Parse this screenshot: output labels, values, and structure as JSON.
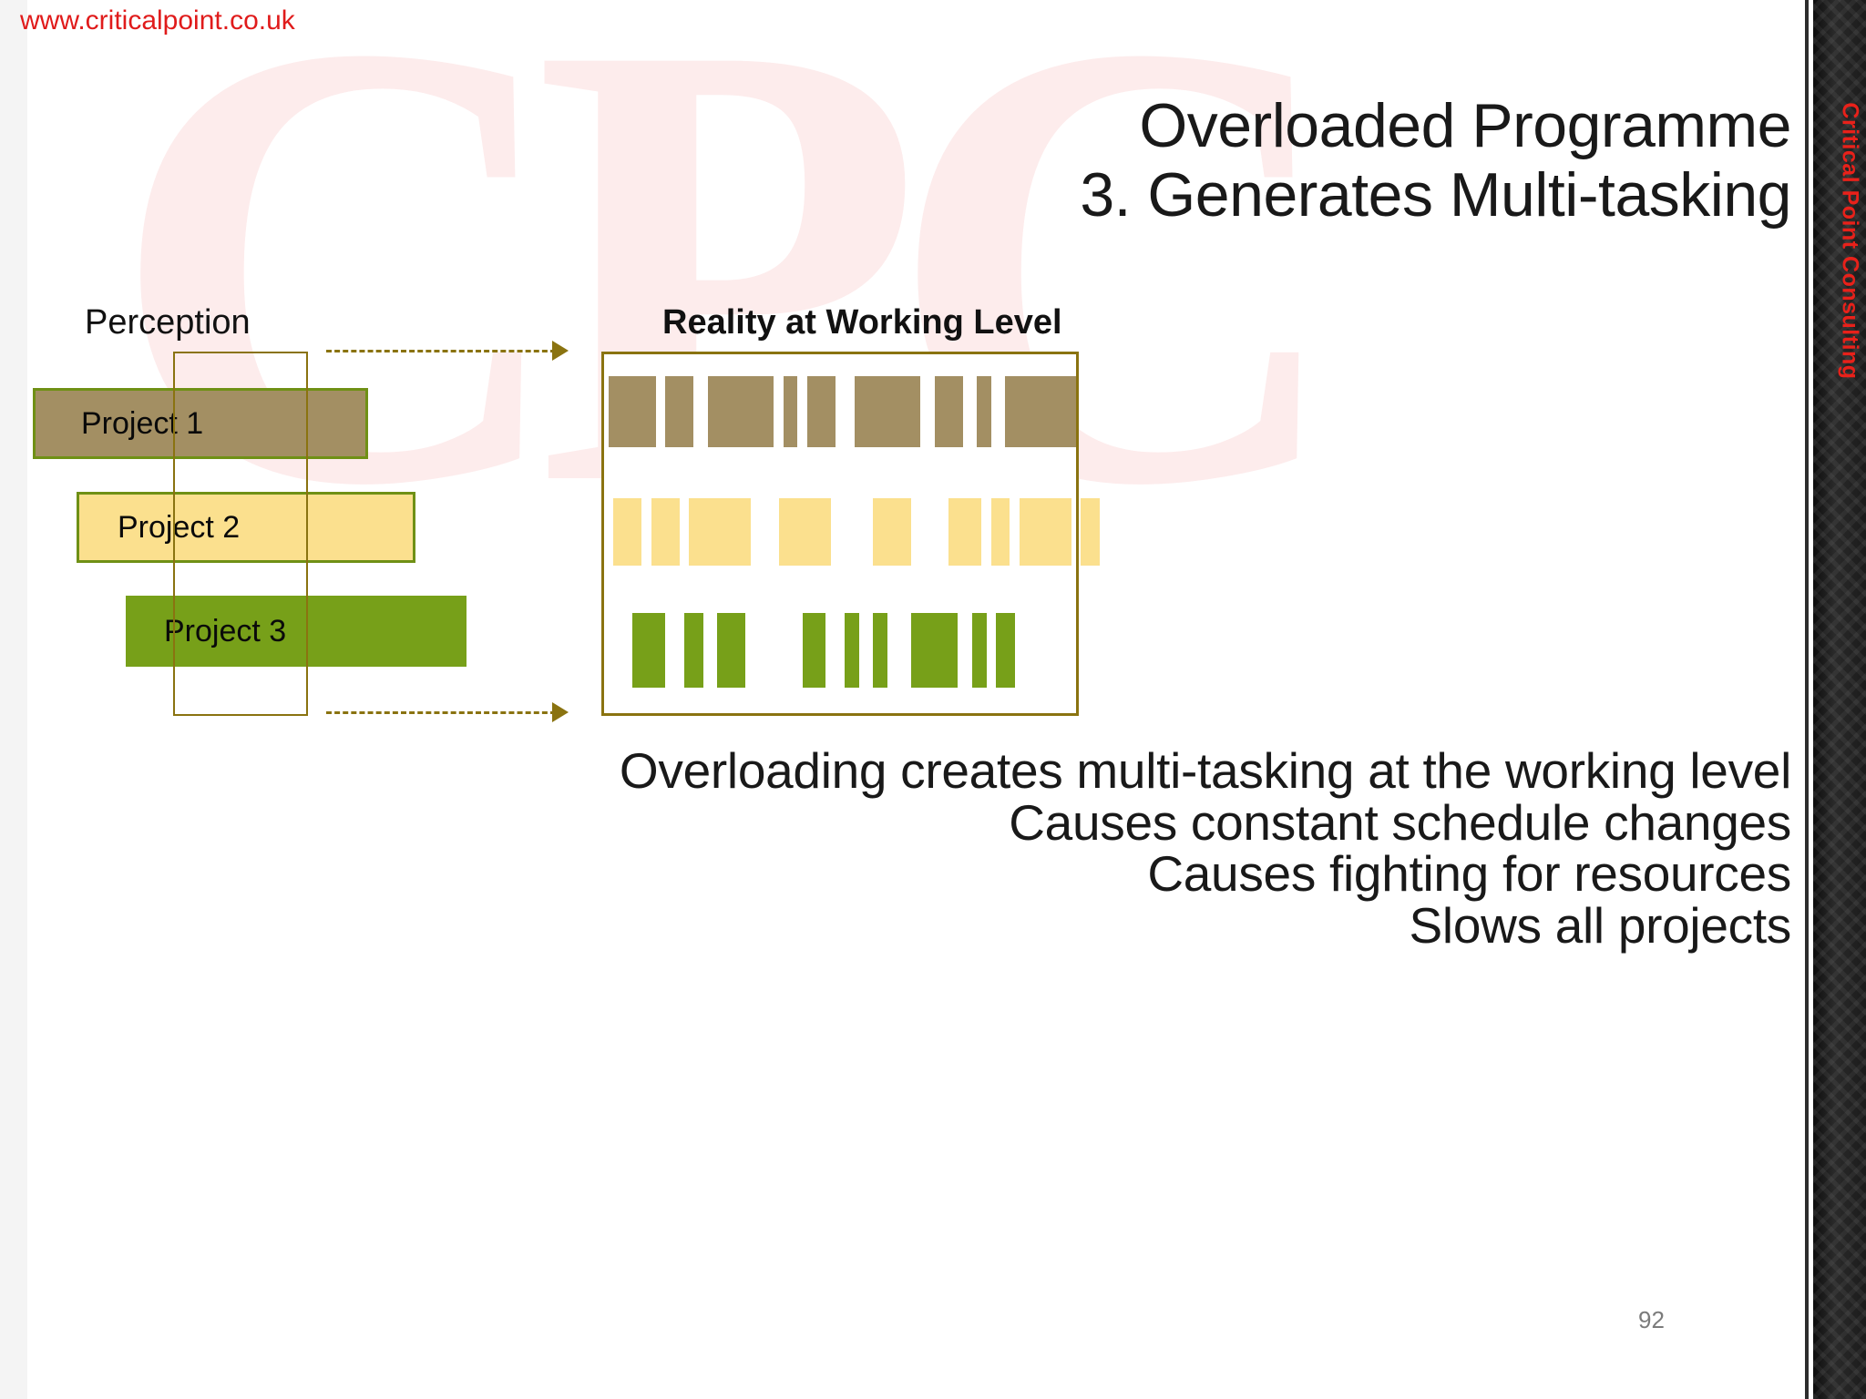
{
  "url": "www.criticalpoint.co.uk",
  "title": {
    "line1": "Overloaded Programme",
    "line2": "3. Generates Multi-tasking"
  },
  "sections": {
    "perception_label": "Perception",
    "reality_label": "Reality at Working Level"
  },
  "perception": {
    "bars": [
      {
        "label": "Project 1",
        "color": "#a38f63",
        "border": "#6f9015"
      },
      {
        "label": "Project 2",
        "color": "#fbe08e",
        "border": "#6f9015"
      },
      {
        "label": "Project 3",
        "color": "#77a019",
        "border": "#77a019"
      }
    ],
    "gate_box_color": "#8a7310",
    "arrow_color": "#8a7310"
  },
  "conclusion": [
    "Overloading creates multi-tasking at the working level",
    "Causes constant schedule changes",
    "Causes fighting for resources",
    "Slows all projects"
  ],
  "page_number": "92",
  "sidebar": {
    "brand": "Critical Point Consulting",
    "brand_color": "#e8211a"
  },
  "watermark": "CPC",
  "chart_data": {
    "type": "bar",
    "title": "Reality at Working Level",
    "xlabel": "",
    "ylabel": "",
    "grid": false,
    "legend": "none",
    "description": "Three fragmented project rows showing multi-tasking: each project's work is split into many short intermittent segments across the same timeline.",
    "xlim": [
      0,
      100
    ],
    "series": [
      {
        "name": "Project 1",
        "color": "#a38f63",
        "row_top_pct": 6,
        "row_height_pct": 20,
        "segments": [
          {
            "start": 1,
            "width": 10
          },
          {
            "start": 13,
            "width": 6
          },
          {
            "start": 22,
            "width": 14
          },
          {
            "start": 38,
            "width": 3
          },
          {
            "start": 43,
            "width": 6
          },
          {
            "start": 53,
            "width": 14
          },
          {
            "start": 70,
            "width": 6
          },
          {
            "start": 79,
            "width": 3
          },
          {
            "start": 85,
            "width": 15
          }
        ]
      },
      {
        "name": "Project 2",
        "color": "#fbe08e",
        "row_top_pct": 40,
        "row_height_pct": 19,
        "segments": [
          {
            "start": 2,
            "width": 6
          },
          {
            "start": 10,
            "width": 6
          },
          {
            "start": 18,
            "width": 13
          },
          {
            "start": 37,
            "width": 11
          },
          {
            "start": 57,
            "width": 8
          },
          {
            "start": 73,
            "width": 7
          },
          {
            "start": 82,
            "width": 4
          },
          {
            "start": 88,
            "width": 11
          },
          {
            "start": 101,
            "width": 4
          }
        ]
      },
      {
        "name": "Project 3",
        "color": "#77a019",
        "row_top_pct": 72,
        "row_height_pct": 21,
        "segments": [
          {
            "start": 6,
            "width": 7
          },
          {
            "start": 17,
            "width": 4
          },
          {
            "start": 24,
            "width": 6
          },
          {
            "start": 42,
            "width": 5
          },
          {
            "start": 51,
            "width": 3
          },
          {
            "start": 57,
            "width": 3
          },
          {
            "start": 65,
            "width": 10
          },
          {
            "start": 78,
            "width": 3
          },
          {
            "start": 83,
            "width": 4
          }
        ]
      }
    ]
  }
}
